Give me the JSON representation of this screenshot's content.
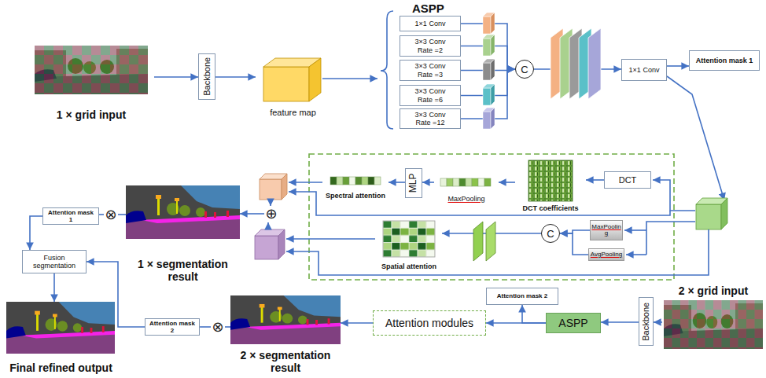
{
  "diagram": {
    "nodes": [
      {
        "text": [
          "1 × grid input"
        ]
      },
      {
        "text": [
          "Backbone"
        ]
      },
      {
        "text": [
          "feature map"
        ]
      },
      {
        "text": [
          "1×1 Conv"
        ]
      },
      {
        "text": [
          "3×3 Conv Rate =2"
        ]
      },
      {
        "text": [
          "3×3 Conv Rate =3"
        ]
      },
      {
        "text": [
          "3×3 Conv Rate =6"
        ]
      },
      {
        "text": [
          "3×3 Conv Rate =12"
        ]
      },
      {
        "text": [
          "C"
        ]
      },
      {
        "text": [
          "1×1 Conv"
        ]
      },
      {
        "text": [
          "Attention mask 1"
        ]
      },
      {
        "text": [
          "DCT"
        ]
      },
      {
        "text": [
          "DCT coefficients"
        ]
      },
      {
        "text": [
          "MaxPooling"
        ]
      },
      {
        "text": [
          "MLP"
        ]
      },
      {
        "text": [
          "Spectral attention"
        ]
      },
      {
        "text": [
          "MaxPoolin g"
        ]
      },
      {
        "text": [
          "AvgPooling"
        ]
      },
      {
        "text": [
          "C"
        ]
      },
      {
        "text": [
          "Spatial attention"
        ]
      },
      {
        "text": [
          "⊕"
        ]
      },
      {
        "text": [
          "1 × segmentation result"
        ]
      },
      {
        "text": [
          "⊗"
        ]
      },
      {
        "text": [
          "Attention mask 1"
        ]
      },
      {
        "text": [
          "Fusion segmentation"
        ]
      },
      {
        "text": [
          "Final refined output"
        ]
      },
      {
        "text": [
          "Attention mask 2"
        ]
      },
      {
        "text": [
          "⊗"
        ]
      },
      {
        "text": [
          "2 × segmentation result"
        ]
      },
      {
        "text": [
          "Attention modules"
        ]
      },
      {
        "text": [
          "Attention mask 2"
        ]
      },
      {
        "text": [
          "ASPP"
        ]
      },
      {
        "text": [
          "Backbone"
        ]
      },
      {
        "text": [
          "2 × grid input"
        ]
      }
    ],
    "edges": [
      {
        "from": 0,
        "to": 1,
        "arrow": "to"
      },
      {
        "from": 1,
        "to": 2,
        "arrow": "to"
      },
      {
        "from": 3,
        "to": 8,
        "arrow": "to"
      },
      {
        "from": 4,
        "to": 8,
        "arrow": "to"
      },
      {
        "from": 5,
        "to": 8,
        "arrow": "to"
      },
      {
        "from": 6,
        "to": 8,
        "arrow": "to"
      },
      {
        "from": 7,
        "to": 8,
        "arrow": "to"
      },
      {
        "from": 8,
        "to": 9,
        "arrow": "to"
      },
      {
        "from": 9,
        "to": 10,
        "arrow": "to"
      },
      {
        "from": 11,
        "to": 12,
        "arrow": "to"
      },
      {
        "from": 12,
        "to": 13,
        "arrow": "to"
      },
      {
        "from": 13,
        "to": 14,
        "arrow": "to"
      },
      {
        "from": 14,
        "to": 15,
        "arrow": "to"
      },
      {
        "from": 16,
        "to": 18,
        "arrow": "to"
      },
      {
        "from": 17,
        "to": 18,
        "arrow": "to"
      },
      {
        "from": 18,
        "to": 19,
        "arrow": "to"
      },
      {
        "from": 20,
        "to": 21,
        "arrow": "to"
      },
      {
        "from": 21,
        "to": 22,
        "arrow": "none"
      },
      {
        "from": 22,
        "to": 23,
        "arrow": "none"
      },
      {
        "from": 23,
        "to": 24,
        "arrow": "to"
      },
      {
        "from": 24,
        "to": 25,
        "arrow": "to"
      },
      {
        "from": 33,
        "to": 32,
        "arrow": "to"
      },
      {
        "from": 32,
        "to": 31,
        "arrow": "to"
      },
      {
        "from": 31,
        "to": 30,
        "arrow": "to"
      },
      {
        "from": 31,
        "to": 29,
        "arrow": "to"
      },
      {
        "from": 29,
        "to": 28,
        "arrow": "to"
      },
      {
        "from": 28,
        "to": 27,
        "arrow": "none"
      },
      {
        "from": 27,
        "to": 26,
        "arrow": "none"
      },
      {
        "from": 26,
        "to": 24,
        "arrow": "to"
      }
    ],
    "labels": [
      "ASPP"
    ]
  }
}
